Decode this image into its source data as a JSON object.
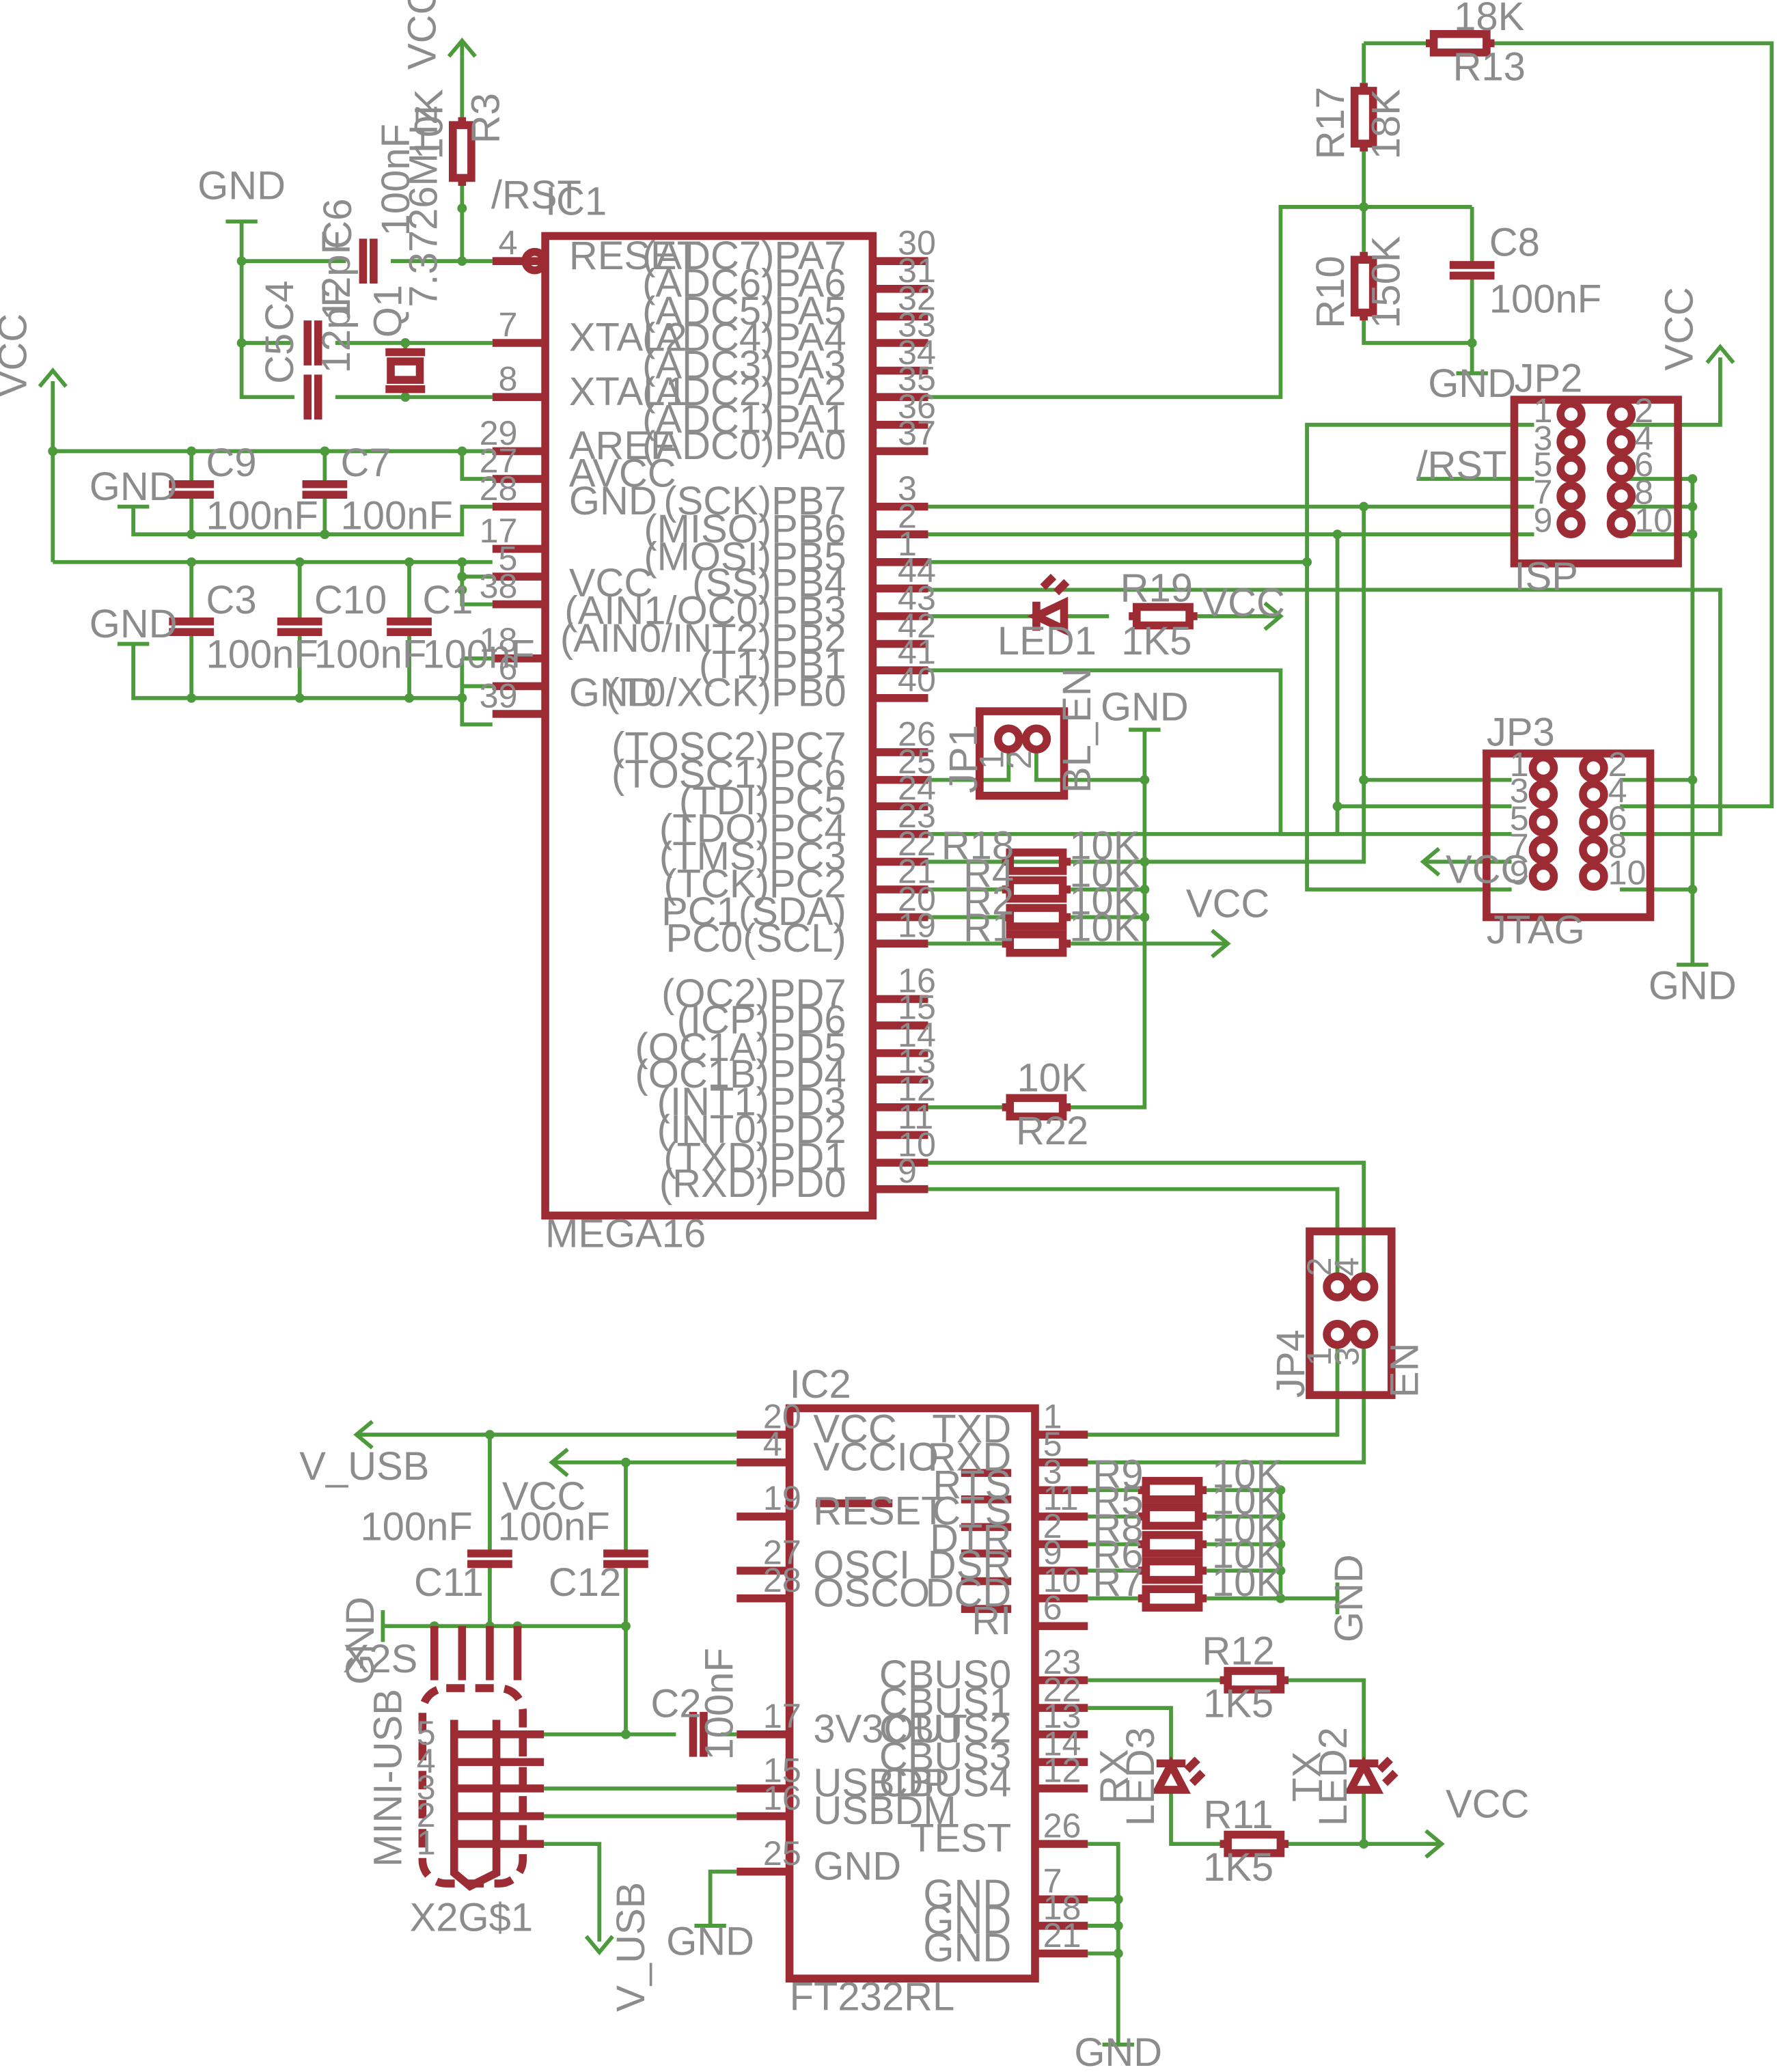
{
  "ic1": {
    "name": "IC1",
    "part": "MEGA16",
    "left_pins": [
      {
        "num": "4",
        "name": "RESET"
      },
      {
        "num": "7",
        "name": "XTAL2"
      },
      {
        "num": "8",
        "name": "XTAL1"
      },
      {
        "num": "29",
        "name": "AREF"
      },
      {
        "num": "27",
        "name": "AVCC"
      },
      {
        "num": "28",
        "name": "GND"
      },
      {
        "num": "17",
        "name": ""
      },
      {
        "num": "5",
        "name": "VCC"
      },
      {
        "num": "38",
        "name": ""
      },
      {
        "num": "18",
        "name": ""
      },
      {
        "num": "6",
        "name": "GND"
      },
      {
        "num": "39",
        "name": ""
      }
    ],
    "right_pins": [
      {
        "num": "30",
        "name": "(ADC7)PA7"
      },
      {
        "num": "31",
        "name": "(ADC6)PA6"
      },
      {
        "num": "32",
        "name": "(ADC5)PA5"
      },
      {
        "num": "33",
        "name": "(ADC4)PA4"
      },
      {
        "num": "34",
        "name": "(ADC3)PA3"
      },
      {
        "num": "35",
        "name": "(ADC2)PA2"
      },
      {
        "num": "36",
        "name": "(ADC1)PA1"
      },
      {
        "num": "37",
        "name": "(ADC0)PA0"
      },
      {
        "num": "3",
        "name": "(SCK)PB7"
      },
      {
        "num": "2",
        "name": "(MISO)PB6"
      },
      {
        "num": "1",
        "name": "(MOSI)PB5"
      },
      {
        "num": "44",
        "name": "(SS)PB4"
      },
      {
        "num": "43",
        "name": "(AIN1/OC0)PB3"
      },
      {
        "num": "42",
        "name": "(AIN0/INT2)PB2"
      },
      {
        "num": "41",
        "name": "(T1)PB1"
      },
      {
        "num": "40",
        "name": "(T0/XCK)PB0"
      },
      {
        "num": "26",
        "name": "(TOSC2)PC7"
      },
      {
        "num": "25",
        "name": "(TOSC1)PC6"
      },
      {
        "num": "24",
        "name": "(TDI)PC5"
      },
      {
        "num": "23",
        "name": "(TDO)PC4"
      },
      {
        "num": "22",
        "name": "(TMS)PC3"
      },
      {
        "num": "21",
        "name": "(TCK)PC2"
      },
      {
        "num": "20",
        "name": "PC1(SDA)"
      },
      {
        "num": "19",
        "name": "PC0(SCL)"
      },
      {
        "num": "16",
        "name": "(OC2)PD7"
      },
      {
        "num": "15",
        "name": "(ICP)PD6"
      },
      {
        "num": "14",
        "name": "(OC1A)PD5"
      },
      {
        "num": "13",
        "name": "(OC1B)PD4"
      },
      {
        "num": "12",
        "name": "(INT1)PD3"
      },
      {
        "num": "11",
        "name": "(INT0)PD2"
      },
      {
        "num": "10",
        "name": "(TXD)PD1"
      },
      {
        "num": "9",
        "name": "(RXD)PD0"
      }
    ]
  },
  "ic2": {
    "name": "IC2",
    "part": "FT232RL",
    "left_pins": [
      {
        "num": "20",
        "name": "VCC"
      },
      {
        "num": "4",
        "name": "VCCIO"
      },
      {
        "num": "19",
        "name": "RESET"
      },
      {
        "num": "27",
        "name": "OSCI"
      },
      {
        "num": "28",
        "name": "OSCO"
      },
      {
        "num": "17",
        "name": "3V3OUT"
      },
      {
        "num": "15",
        "name": "USBDP"
      },
      {
        "num": "16",
        "name": "USBDM"
      },
      {
        "num": "25",
        "name": "GND"
      }
    ],
    "right_pins": [
      {
        "num": "1",
        "name": "TXD"
      },
      {
        "num": "5",
        "name": "RXD"
      },
      {
        "num": "3",
        "name": "RTS"
      },
      {
        "num": "11",
        "name": "CTS"
      },
      {
        "num": "2",
        "name": "DTR"
      },
      {
        "num": "9",
        "name": "DSR"
      },
      {
        "num": "10",
        "name": "DCD"
      },
      {
        "num": "6",
        "name": "RI"
      },
      {
        "num": "23",
        "name": "CBUS0"
      },
      {
        "num": "22",
        "name": "CBUS1"
      },
      {
        "num": "13",
        "name": "CBUS2"
      },
      {
        "num": "14",
        "name": "CBUS3"
      },
      {
        "num": "12",
        "name": "CBUS4"
      },
      {
        "num": "26",
        "name": "TEST"
      },
      {
        "num": "7",
        "name": "GND"
      },
      {
        "num": "18",
        "name": "GND"
      },
      {
        "num": "21",
        "name": "GND"
      }
    ]
  },
  "jp2": {
    "name": "JP2",
    "label": "ISP",
    "odd": [
      "1",
      "3",
      "5",
      "7",
      "9"
    ],
    "even": [
      "2",
      "4",
      "6",
      "8",
      "10"
    ]
  },
  "jp3": {
    "name": "JP3",
    "label": "JTAG",
    "odd": [
      "1",
      "3",
      "5",
      "7",
      "9"
    ],
    "even": [
      "2",
      "4",
      "6",
      "8",
      "10"
    ]
  },
  "jp1": {
    "name": "JP1",
    "label": "BL_EN",
    "p1": "1",
    "p2": "2"
  },
  "jp4": {
    "name": "JP4",
    "label": "EN",
    "p1": "1",
    "p2": "2",
    "p3": "3",
    "p4": "4"
  },
  "usb": {
    "name": "X2G$1",
    "label": "MINI-USB",
    "shield": "X2S",
    "pins": [
      "5",
      "4",
      "3",
      "2",
      "1"
    ]
  },
  "resistors": [
    {
      "id": "r3",
      "name": "R3",
      "value": "10K"
    },
    {
      "id": "r13",
      "name": "R13",
      "value": "18K"
    },
    {
      "id": "r17",
      "name": "R17",
      "value": "18K"
    },
    {
      "id": "r10",
      "name": "R10",
      "value": "150K"
    },
    {
      "id": "r19",
      "name": "R19",
      "value": "1K5"
    },
    {
      "id": "r18",
      "name": "R18",
      "value": "10K"
    },
    {
      "id": "r4",
      "name": "R4",
      "value": "10K"
    },
    {
      "id": "r2",
      "name": "R2",
      "value": "10K"
    },
    {
      "id": "r1",
      "name": "R1",
      "value": "10K"
    },
    {
      "id": "r22",
      "name": "R22",
      "value": "10K"
    },
    {
      "id": "r9",
      "name": "R9",
      "value": "10K"
    },
    {
      "id": "r5",
      "name": "R5",
      "value": "10K"
    },
    {
      "id": "r8",
      "name": "R8",
      "value": "10K"
    },
    {
      "id": "r6",
      "name": "R6",
      "value": "10K"
    },
    {
      "id": "r7",
      "name": "R7",
      "value": "10K"
    },
    {
      "id": "r12",
      "name": "R12",
      "value": "1K5"
    },
    {
      "id": "r11",
      "name": "R11",
      "value": "1K5"
    }
  ],
  "capacitors": [
    {
      "id": "c6",
      "name": "C6",
      "value": "100nF"
    },
    {
      "id": "c4",
      "name": "C4",
      "value": "12pF"
    },
    {
      "id": "c5",
      "name": "C5",
      "value": "12pF"
    },
    {
      "id": "c8",
      "name": "C8",
      "value": "100nF"
    },
    {
      "id": "c9",
      "name": "C9",
      "value": "100nF"
    },
    {
      "id": "c7",
      "name": "C7",
      "value": "100nF"
    },
    {
      "id": "c3",
      "name": "C3",
      "value": "100nF"
    },
    {
      "id": "c10",
      "name": "C10",
      "value": "100nF"
    },
    {
      "id": "c1",
      "name": "C1",
      "value": "100nF"
    },
    {
      "id": "c11",
      "name": "C11",
      "value": "100nF"
    },
    {
      "id": "c12",
      "name": "C12",
      "value": "100nF"
    },
    {
      "id": "c2",
      "name": "C2",
      "value": "100nF"
    }
  ],
  "crystal": {
    "name": "Q1",
    "value": "7.3726MHz"
  },
  "leds": [
    {
      "id": "led1",
      "name": "LED1",
      "func": ""
    },
    {
      "id": "led3",
      "name": "LED3",
      "func": "RX"
    },
    {
      "id": "led2",
      "name": "LED2",
      "func": "TX"
    }
  ],
  "nets": {
    "vcc": "VCC",
    "gnd": "GND",
    "rst": "/RST",
    "vusb": "V_USB"
  }
}
